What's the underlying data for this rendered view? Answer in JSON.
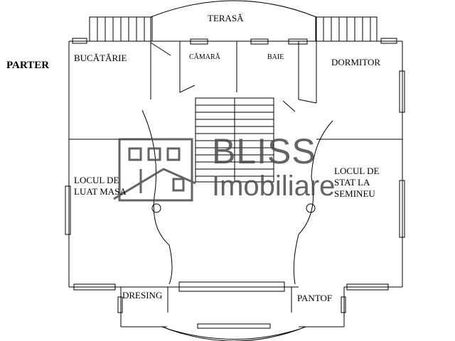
{
  "plan": {
    "floor_label": "PARTER",
    "rooms": {
      "terrace": "TERASĂ",
      "kitchen": "BUCĂTĂRIE",
      "pantry": "CĂMARĂ",
      "bathroom": "BAIE",
      "bedroom": "DORMITOR",
      "dining": "LOCUL DE\nLUAT MASA",
      "living": "LOCUL DE\nSTAT LA\nSEMINEU",
      "wardrobe": "DRESING",
      "shoes": "PANTOF"
    }
  },
  "watermark": {
    "name": "BLISS",
    "sub": "Imobiliare",
    "color": "#4a4a4a"
  }
}
